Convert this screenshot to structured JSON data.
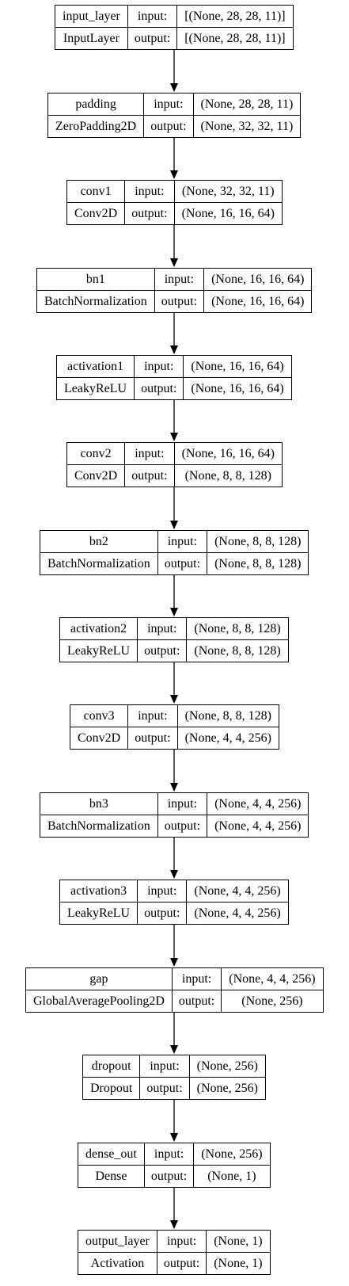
{
  "diagram": {
    "port_labels": {
      "input": "input:",
      "output": "output:"
    },
    "layers": [
      {
        "name": "input_layer",
        "type": "InputLayer",
        "input": "[(None, 28, 28, 11)]",
        "output": "[(None, 28, 28, 11)]"
      },
      {
        "name": "padding",
        "type": "ZeroPadding2D",
        "input": "(None, 28, 28, 11)",
        "output": "(None, 32, 32, 11)"
      },
      {
        "name": "conv1",
        "type": "Conv2D",
        "input": "(None, 32, 32, 11)",
        "output": "(None, 16, 16, 64)"
      },
      {
        "name": "bn1",
        "type": "BatchNormalization",
        "input": "(None, 16, 16, 64)",
        "output": "(None, 16, 16, 64)"
      },
      {
        "name": "activation1",
        "type": "LeakyReLU",
        "input": "(None, 16, 16, 64)",
        "output": "(None, 16, 16, 64)"
      },
      {
        "name": "conv2",
        "type": "Conv2D",
        "input": "(None, 16, 16, 64)",
        "output": "(None, 8, 8, 128)"
      },
      {
        "name": "bn2",
        "type": "BatchNormalization",
        "input": "(None, 8, 8, 128)",
        "output": "(None, 8, 8, 128)"
      },
      {
        "name": "activation2",
        "type": "LeakyReLU",
        "input": "(None, 8, 8, 128)",
        "output": "(None, 8, 8, 128)"
      },
      {
        "name": "conv3",
        "type": "Conv2D",
        "input": "(None, 8, 8, 128)",
        "output": "(None, 4, 4, 256)"
      },
      {
        "name": "bn3",
        "type": "BatchNormalization",
        "input": "(None, 4, 4, 256)",
        "output": "(None, 4, 4, 256)"
      },
      {
        "name": "activation3",
        "type": "LeakyReLU",
        "input": "(None, 4, 4, 256)",
        "output": "(None, 4, 4, 256)"
      },
      {
        "name": "gap",
        "type": "GlobalAveragePooling2D",
        "input": "(None, 4, 4, 256)",
        "output": "(None, 256)"
      },
      {
        "name": "dropout",
        "type": "Dropout",
        "input": "(None, 256)",
        "output": "(None, 256)"
      },
      {
        "name": "dense_out",
        "type": "Dense",
        "input": "(None, 256)",
        "output": "(None, 1)"
      },
      {
        "name": "output_layer",
        "type": "Activation",
        "input": "(None, 1)",
        "output": "(None, 1)"
      }
    ]
  }
}
